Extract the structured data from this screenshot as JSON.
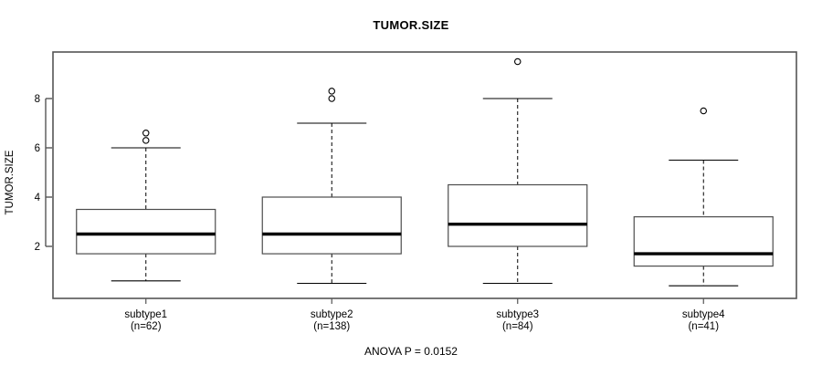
{
  "chart_data": {
    "type": "box",
    "title": "TUMOR.SIZE",
    "subtitle": "ANOVA P = 0.0152",
    "xlabel": "",
    "ylabel": "TUMOR.SIZE",
    "ylim": [
      0.2,
      9.9
    ],
    "yticks": [
      2,
      4,
      6,
      8
    ],
    "ytick_labels": [
      "2",
      "4",
      "6",
      "8"
    ],
    "grid": false,
    "legend": "none",
    "frame": true,
    "categories": [
      "subtype1",
      "subtype2",
      "subtype3",
      "subtype4"
    ],
    "category_counts": [
      "(n=62)",
      "(n=138)",
      "(n=84)",
      "(n=41)"
    ],
    "boxes": [
      {
        "name": "subtype1",
        "count_label": "(n=62)",
        "lower_whisker": 0.6,
        "q1": 1.7,
        "median": 2.5,
        "q3": 3.5,
        "upper_whisker": 6.0,
        "outliers": [
          6.6,
          6.3
        ]
      },
      {
        "name": "subtype2",
        "count_label": "(n=138)",
        "lower_whisker": 0.5,
        "q1": 1.7,
        "median": 2.5,
        "q3": 4.0,
        "upper_whisker": 7.0,
        "outliers": [
          8.3,
          8.0
        ]
      },
      {
        "name": "subtype3",
        "count_label": "(n=84)",
        "lower_whisker": 0.5,
        "q1": 2.0,
        "median": 2.9,
        "q3": 4.5,
        "upper_whisker": 8.0,
        "outliers": [
          9.5
        ]
      },
      {
        "name": "subtype4",
        "count_label": "(n=41)",
        "lower_whisker": 0.4,
        "q1": 1.2,
        "median": 1.7,
        "q3": 3.2,
        "upper_whisker": 5.5,
        "outliers": [
          7.5
        ]
      }
    ],
    "colors": {
      "box_stroke": "#000000",
      "median_stroke": "#000000",
      "whisker_stroke": "#000000",
      "outlier_stroke": "#000000",
      "frame_stroke": "#555555",
      "background": "#ffffff"
    }
  }
}
